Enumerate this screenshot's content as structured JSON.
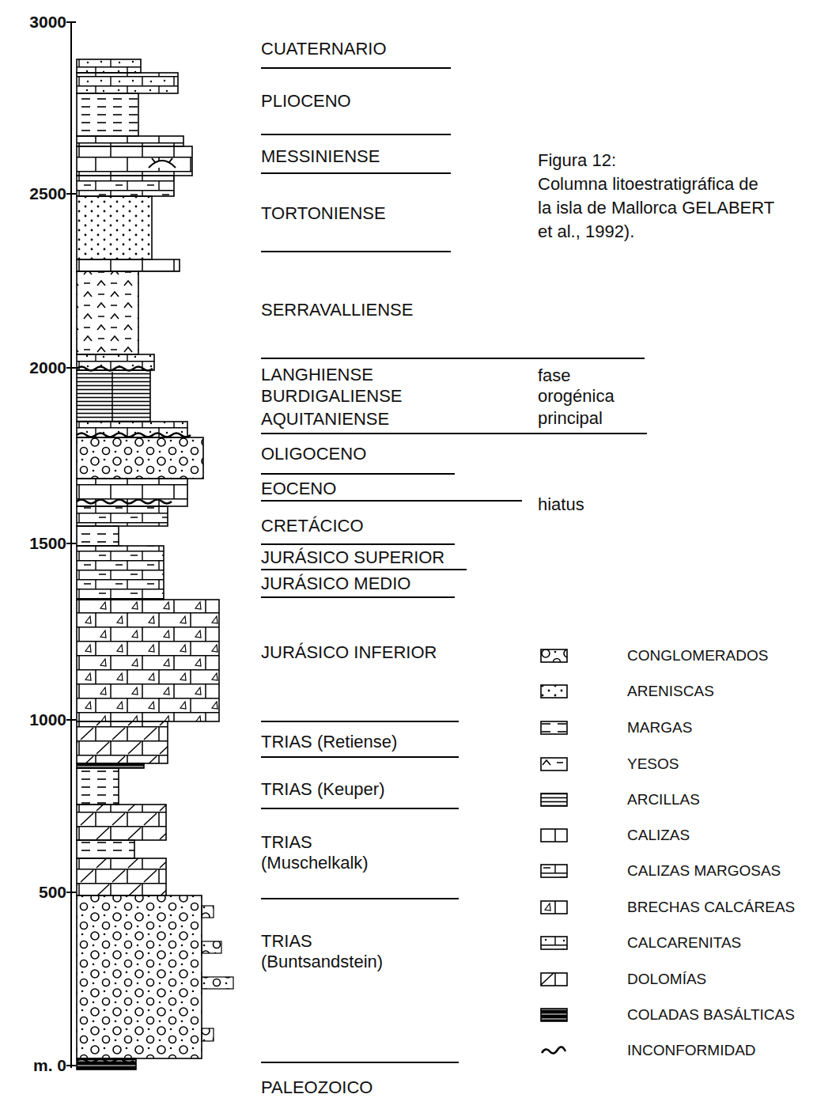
{
  "diagram": {
    "title": "Figura 12:",
    "caption": "Columna litoestratigráfica de la isla de Mallorca GELABERT et al., 1992).",
    "labels": [
      "3000",
      "2500",
      "2000",
      "1500",
      "1000",
      "500",
      "m. 0",
      "CUATERNARIO",
      "PLIOCENO",
      "MESSINIENSE",
      "TORTONIENSE",
      "SERRAVALLIENSE",
      "LANGHIENSE",
      "BURDIGALIENSE",
      "AQUITANIENSE",
      "OLIGOCENO",
      "EOCENO",
      "CRETÁCICO",
      "JURÁSICO SUPERIOR",
      "JURÁSICO MEDIO",
      "JURÁSICO INFERIOR",
      "TRIAS (Retiense)",
      "TRIAS (Keuper)",
      "TRIAS (Muschelkalk)",
      "TRIAS (Buntsandstein)",
      "PALEOZOICO",
      "fase",
      "orogénica",
      "principal",
      "hiatus"
    ],
    "legend": [
      {
        "text": "CONGLOMERADOS"
      },
      {
        "text": "ARENISCAS"
      },
      {
        "text": "MARGAS"
      },
      {
        "text": "YESOS"
      },
      {
        "text": "ARCILLAS"
      },
      {
        "text": "CALIZAS"
      },
      {
        "text": "CALIZAS MARGOSAS"
      },
      {
        "text": "BRECHAS CALCÁREAS"
      },
      {
        "text": "CALCARENITAS"
      },
      {
        "text": "DOLOMÍAS"
      },
      {
        "text": "COLADAS BASÁLTICAS"
      },
      {
        "text": "INCONFORMIDAD"
      }
    ]
  }
}
